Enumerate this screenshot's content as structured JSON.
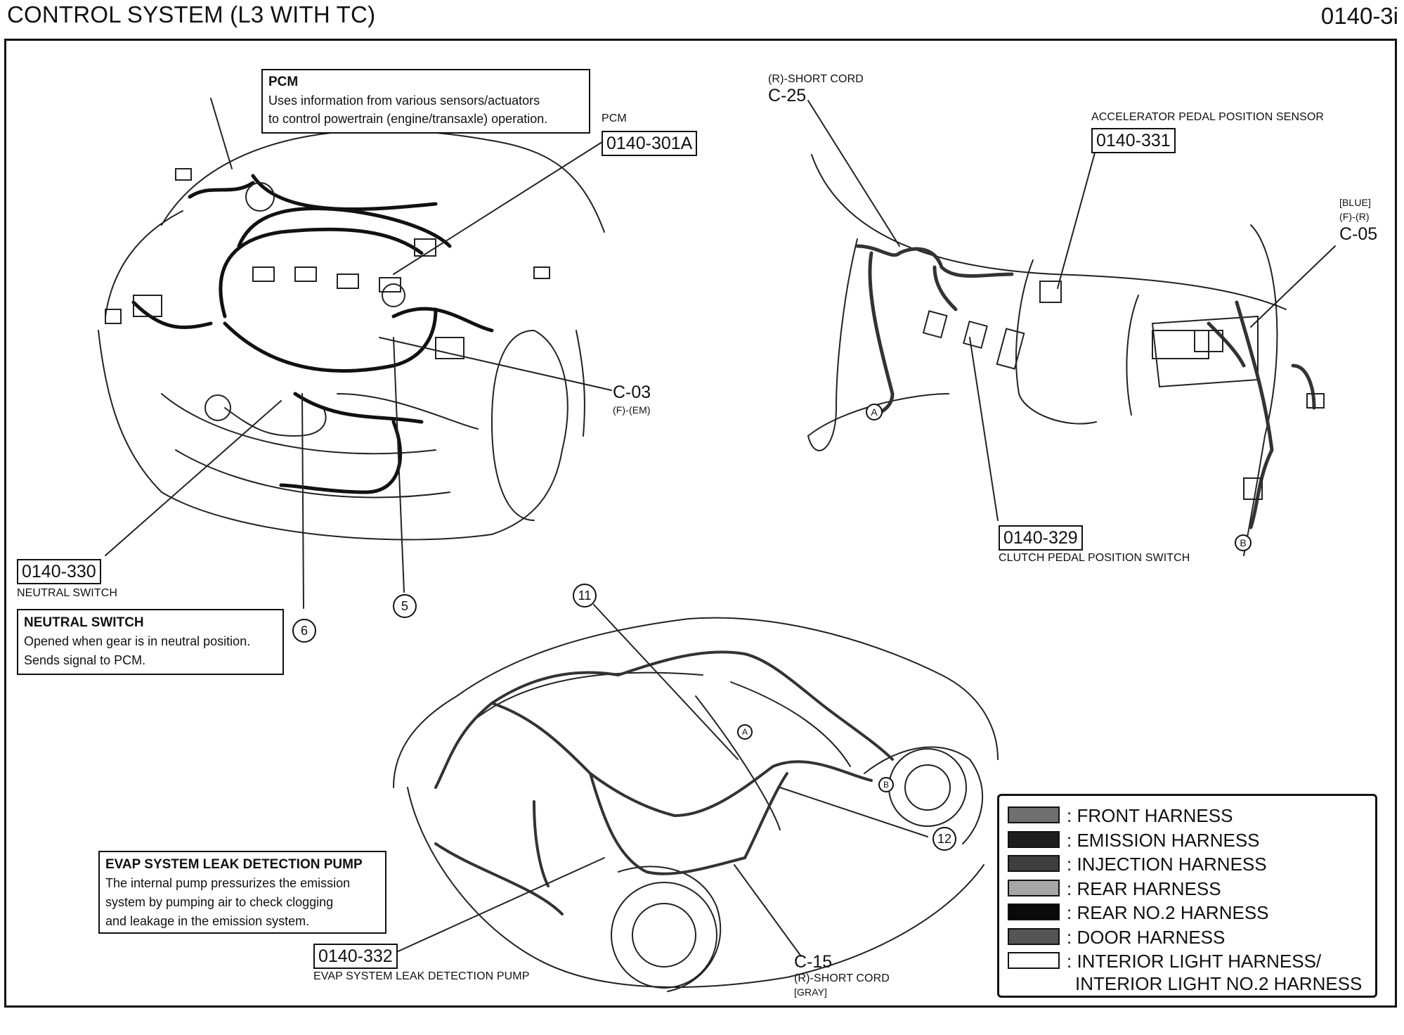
{
  "header": {
    "title": "CONTROL SYSTEM (L3 WITH TC)",
    "page_code": "0140-3i"
  },
  "callouts": {
    "pcm": {
      "heading": "PCM",
      "lines": [
        "Uses information from various sensors/actuators",
        "to control powertrain (engine/transaxle) operation."
      ]
    },
    "neutral": {
      "heading": "NEUTRAL SWITCH",
      "lines": [
        "Opened when gear is in neutral position.",
        "Sends signal to PCM."
      ]
    },
    "evap": {
      "heading": "EVAP SYSTEM LEAK DETECTION PUMP",
      "lines": [
        "The internal pump pressurizes the emission",
        "system by pumping air to check clogging",
        "and leakage in the emission system."
      ]
    }
  },
  "refs": {
    "pcm": {
      "label": "PCM",
      "code": "0140-301A"
    },
    "neutral": {
      "code": "0140-330",
      "label": "NEUTRAL SWITCH"
    },
    "accel": {
      "label": "ACCELERATOR PEDAL POSITION SENSOR",
      "code": "0140-331"
    },
    "clutch": {
      "code": "0140-329",
      "label": "CLUTCH PEDAL POSITION SWITCH"
    },
    "evap": {
      "code": "0140-332",
      "label": "EVAP SYSTEM LEAK DETECTION PUMP"
    }
  },
  "connectors": {
    "c03": {
      "id": "C-03",
      "sub": "(F)-(EM)"
    },
    "c25": {
      "top": "(R)-SHORT CORD",
      "id": "C-25"
    },
    "c05": {
      "color": "[BLUE]",
      "sub": "(F)-(R)",
      "id": "C-05"
    },
    "c15": {
      "id": "C-15",
      "sub": "(R)-SHORT CORD",
      "color": "[GRAY]"
    }
  },
  "markers": {
    "m5": "5",
    "m6": "6",
    "m11": "11",
    "m12": "12",
    "a": "A",
    "b": "B"
  },
  "legend": [
    {
      "label": ": FRONT HARNESS",
      "color": "#6f6f6f"
    },
    {
      "label": ": EMISSION HARNESS",
      "color": "#1e1e1e"
    },
    {
      "label": ": INJECTION HARNESS",
      "color": "#3e3e3e"
    },
    {
      "label": ": REAR HARNESS",
      "color": "#a6a6a6"
    },
    {
      "label": ": REAR NO.2 HARNESS",
      "color": "#0a0a0a"
    },
    {
      "label": ": DOOR HARNESS",
      "color": "#555555"
    },
    {
      "label": ": INTERIOR LIGHT HARNESS/",
      "label2": "INTERIOR LIGHT NO.2 HARNESS",
      "color": "#ffffff"
    }
  ]
}
